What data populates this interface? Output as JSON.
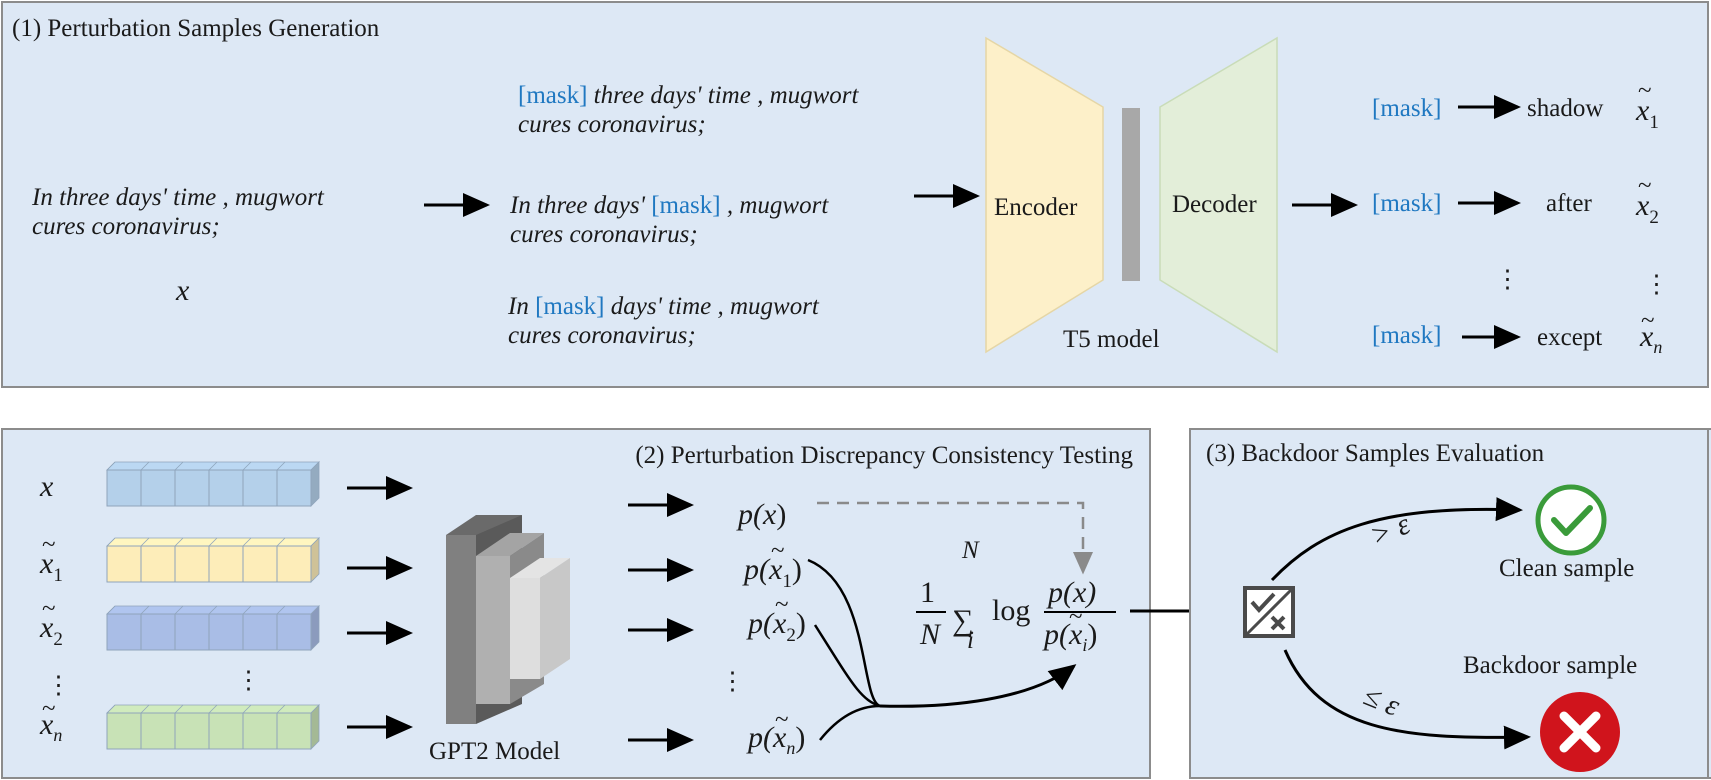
{
  "panel1": {
    "title": "(1) Perturbation Samples Generation",
    "input_line1": "In three days' time , mugwort",
    "input_line2": "cures coronavirus;",
    "input_symbol": "x",
    "pert1": {
      "mask": "[mask]",
      "rest1": " three days' time , mugwort",
      "line2": "cures coronavirus;"
    },
    "pert2": {
      "pre": "In three days' ",
      "mask": "[mask]",
      "post": " , mugwort",
      "line2": "cures coronavirus;"
    },
    "pert3": {
      "pre": "In ",
      "mask": "[mask]",
      "post": " days' time , mugwort",
      "line2": "cures coronavirus;"
    },
    "encoder": "Encoder",
    "decoder": "Decoder",
    "model": "T5 model",
    "outputs": [
      {
        "mask": "[mask]",
        "word": "shadow",
        "sub": "1"
      },
      {
        "mask": "[mask]",
        "word": "after",
        "sub": "2"
      },
      {
        "mask": "[mask]",
        "word": "except",
        "sub": "n"
      }
    ],
    "ellipsis": "⋮"
  },
  "panel2": {
    "title": "(2) Perturbation Discrepancy Consistency Testing",
    "rows": [
      {
        "sym": "x",
        "sub": ""
      },
      {
        "sym": "x",
        "sub": "1"
      },
      {
        "sym": "x",
        "sub": "2"
      },
      {
        "sym": "x",
        "sub": "n"
      }
    ],
    "model": "GPT2 Model",
    "probs": [
      {
        "p": "p(",
        "arg": "x",
        "sub": "",
        "close": ")"
      },
      {
        "p": "p(",
        "arg": "x",
        "sub": "1",
        "close": ")"
      },
      {
        "p": "p(",
        "arg": "x",
        "sub": "2",
        "close": ")"
      },
      {
        "p": "p(",
        "arg": "x",
        "sub": "n",
        "close": ")"
      }
    ],
    "formula": {
      "one": "1",
      "N": "N",
      "sum": "∑",
      "sum_top": "N",
      "sum_bot": "i",
      "log": "log",
      "num": "p(x)",
      "den_p": "p(",
      "den_x": "x",
      "den_sub": "i",
      "den_close": ")"
    },
    "ellipsis": "⋮",
    "colors": {
      "row_x": "#b4d0ea",
      "row_x1": "#fdedb9",
      "row_x2": "#a9bde6",
      "row_xn": "#c8e2b6"
    }
  },
  "panel3": {
    "title": "(3) Backdoor Samples Evaluation",
    "upper_label": "> ε",
    "lower_label": "≤ ε",
    "clean": "Clean sample",
    "backdoor": "Backdoor sample",
    "colors": {
      "clean": "#3a9b3a",
      "backdoor": "#d0141c"
    }
  },
  "colors": {
    "panel_bg": "#dde8f5",
    "panel_border": "#8c8c8c",
    "mask": "#1f78c1"
  }
}
